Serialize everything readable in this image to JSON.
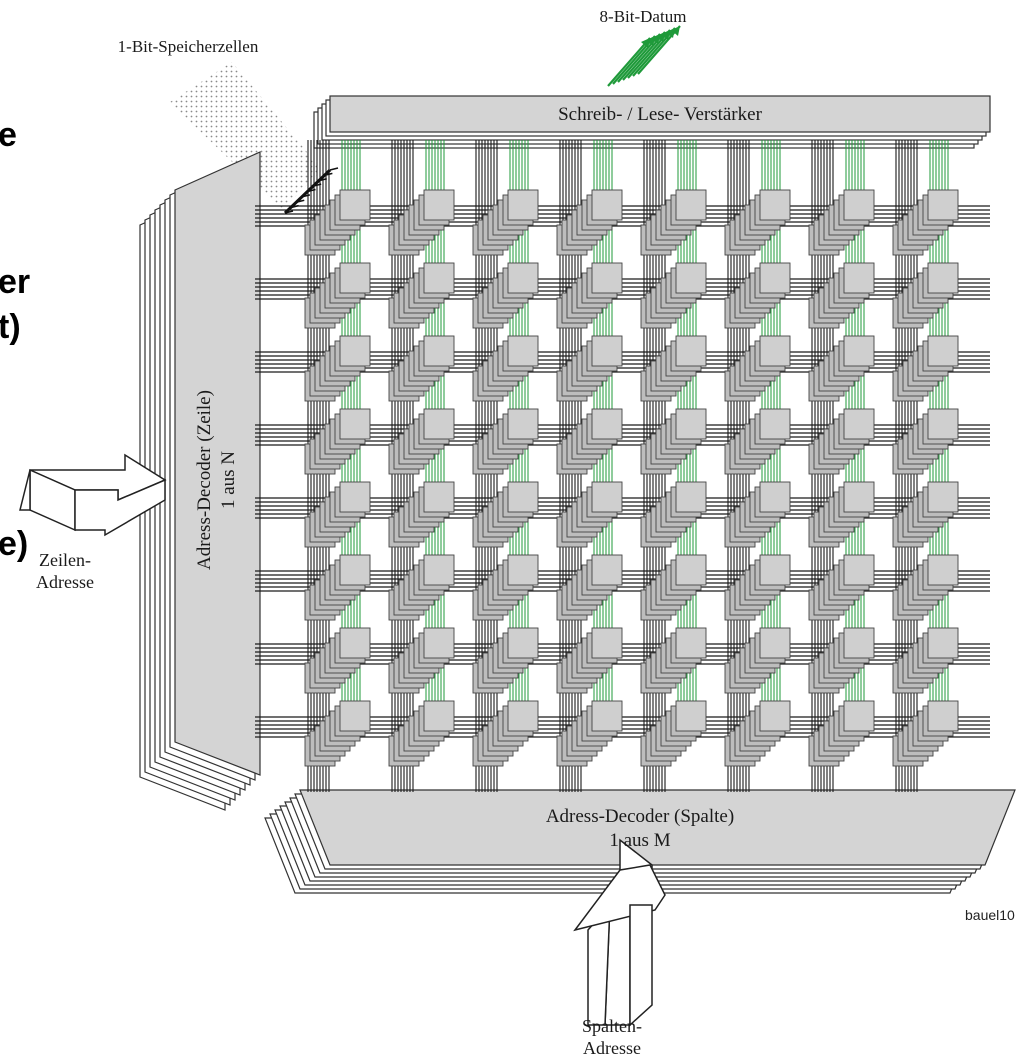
{
  "labels": {
    "data_word": "8-Bit-Datum",
    "cells": "1-Bit-Speicherzellen",
    "rw_amp": "Schreib- / Lese- Verstärker",
    "row_decoder_line1": "Adress-Decoder (Zeile)",
    "row_decoder_line2": "1 aus N",
    "col_decoder_line1": "Adress-Decoder (Spalte)",
    "col_decoder_line2": "1 aus M",
    "row_addr_line1": "Zeilen-",
    "row_addr_line2": "Adresse",
    "col_addr_line1": "Spalten-",
    "col_addr_line2": "Adresse",
    "figure_id": "bauel10"
  },
  "cut_off_text": [
    "e",
    "er",
    "t)",
    "e)"
  ],
  "grid": {
    "rows": 8,
    "cols": 8
  },
  "colors": {
    "panel_fill": "#d4d4d4",
    "panel_stroke": "#333333",
    "column_lines": "#1f9a3a",
    "row_lines": "#1a1a1a",
    "cell_fill": "#cfcfcf"
  }
}
